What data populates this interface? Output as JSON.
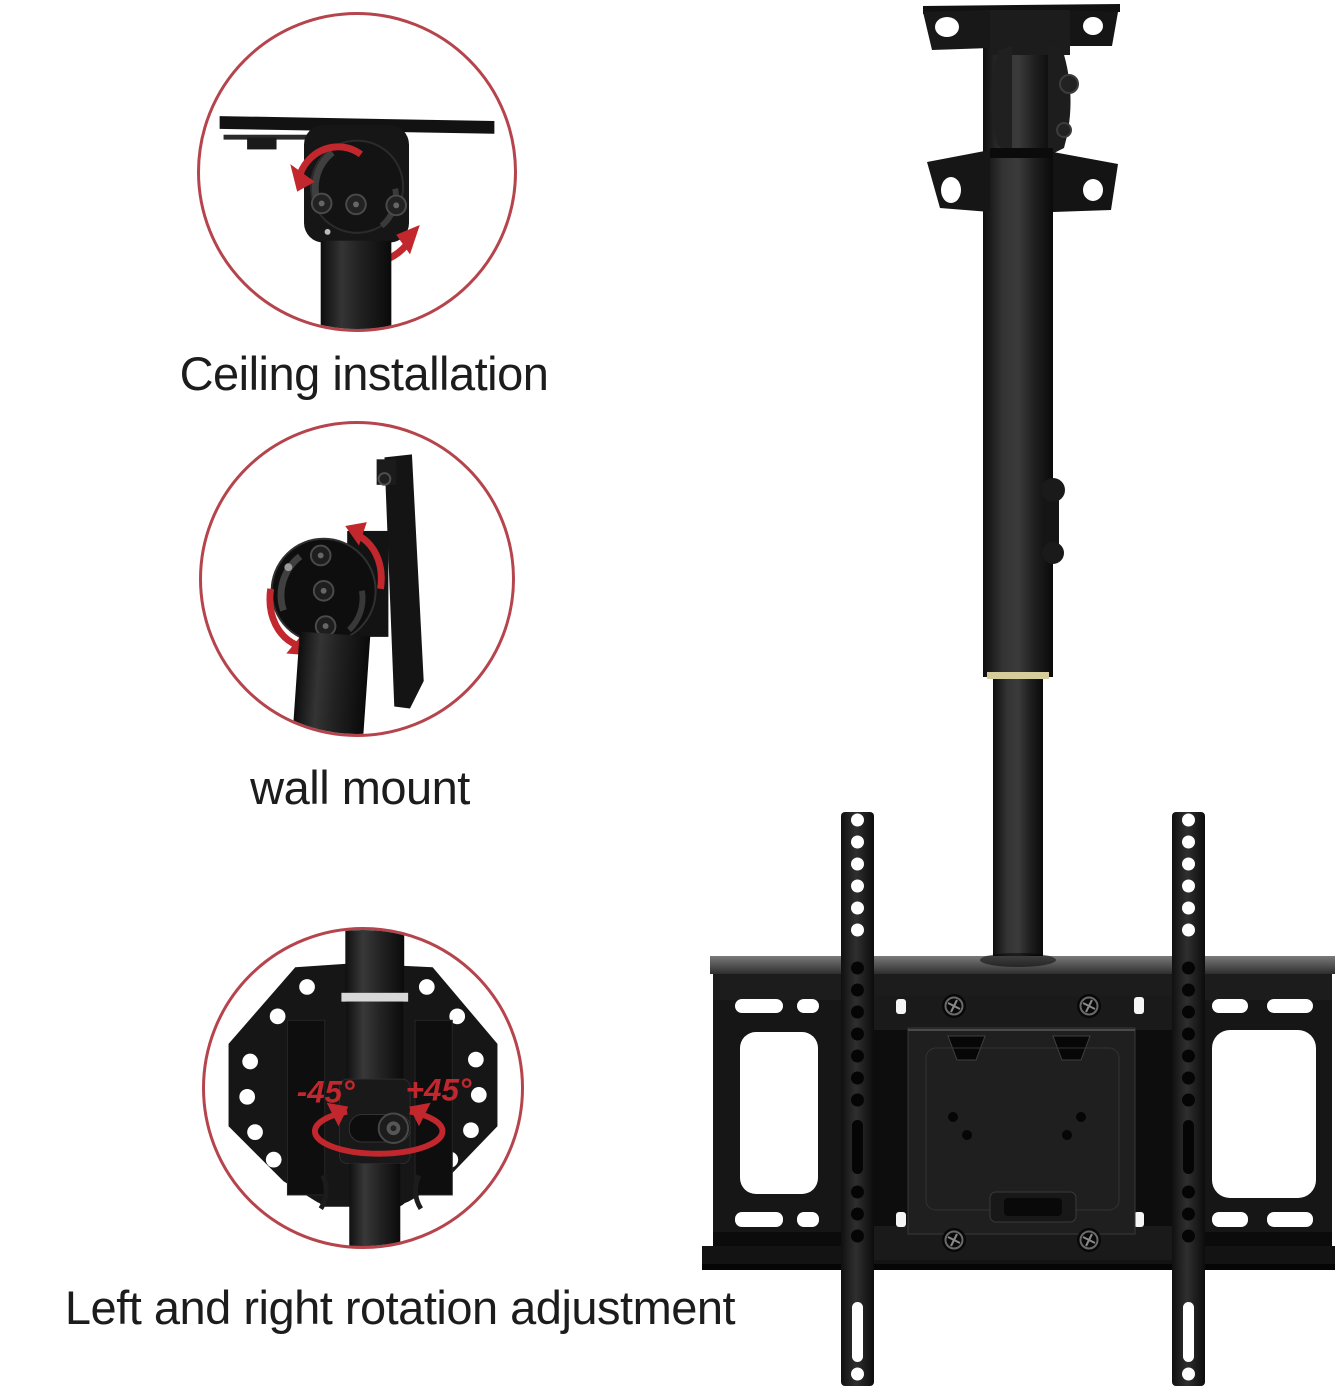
{
  "title": "TV ceiling mount bracket infographic",
  "captions": {
    "ceiling": "Ceiling installation",
    "wall": "wall mount",
    "rotation": "Left and right rotation adjustment"
  },
  "rotation_labels": {
    "left": "-45°",
    "right": "+45°"
  },
  "colors": {
    "background": "#ffffff",
    "accent_red": "#c1272d",
    "callout_ring_red": "#b5444c",
    "text_black": "#1c1c1c",
    "product_black": "#161616",
    "joint_stripe_yellow": "#d5cd9b",
    "collar_silver": "#d8d8d8"
  },
  "icons": {
    "rotation_arrow": "curved-red-arrow",
    "callout_ring": "red-circle-outline"
  }
}
